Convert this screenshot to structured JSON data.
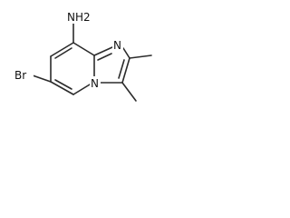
{
  "molecule": {
    "atoms": {
      "nh2": "NH2",
      "n_imidazole": "N",
      "n_bridge": "N",
      "br": "Br"
    },
    "colors": {
      "bond": "#2b2b2b",
      "text": "#111111",
      "background": "#ffffff"
    }
  }
}
